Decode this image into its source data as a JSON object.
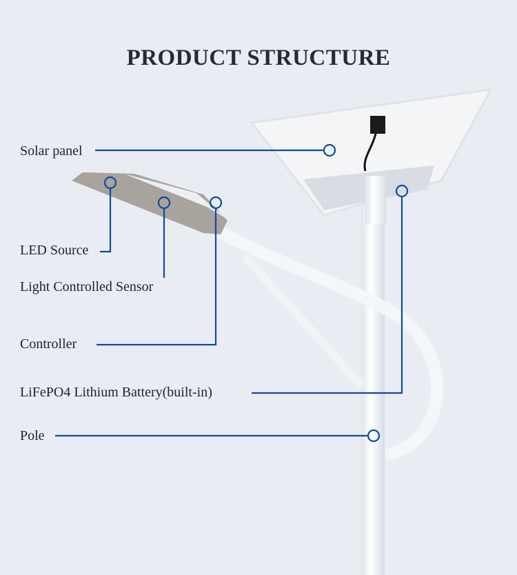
{
  "title": "PRODUCT STRUCTURE",
  "labels": {
    "solar_panel": "Solar panel",
    "led_source": "LED Source",
    "sensor": "Light Controlled Sensor",
    "controller": "Controller",
    "battery": "LiFePO4 Lithium Battery(built-in)",
    "pole": "Pole"
  },
  "colors": {
    "background": "#e9edf3",
    "callout": "#0f4a9c",
    "title": "#262a33"
  }
}
